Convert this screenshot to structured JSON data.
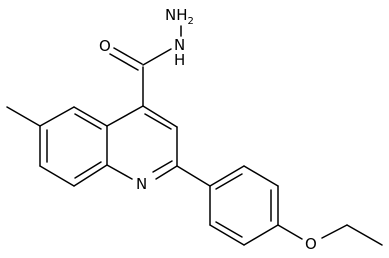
{
  "molecule": {
    "labels": {
      "amine_nh2": "NH",
      "amine_nh2_sub": "2",
      "hydrazide_nh": "N",
      "hydrazide_nh_h": "H",
      "carbonyl_o": "O",
      "ring_n": "N",
      "ether_o": "O"
    }
  }
}
